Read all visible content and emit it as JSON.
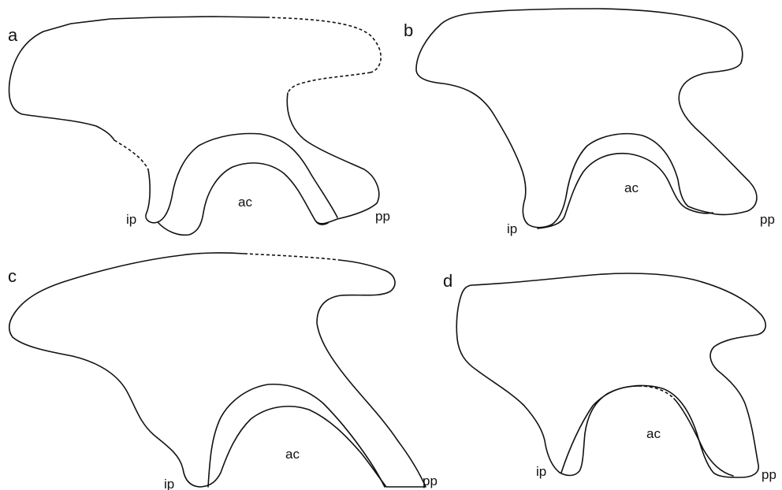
{
  "panels": [
    {
      "letter": "a",
      "acetabulum_label": "ac",
      "ischial_peduncle_label": "ip",
      "pubic_peduncle_label": "pp"
    },
    {
      "letter": "b",
      "acetabulum_label": "ac",
      "ischial_peduncle_label": "ip",
      "pubic_peduncle_label": "pp"
    },
    {
      "letter": "c",
      "acetabulum_label": "ac",
      "ischial_peduncle_label": "ip",
      "pubic_peduncle_label": "pp"
    },
    {
      "letter": "d",
      "acetabulum_label": "ac",
      "ischial_peduncle_label": "ip",
      "pubic_peduncle_label": "pp"
    }
  ],
  "colors": {
    "background": "#ffffff",
    "stroke": "#111111"
  }
}
